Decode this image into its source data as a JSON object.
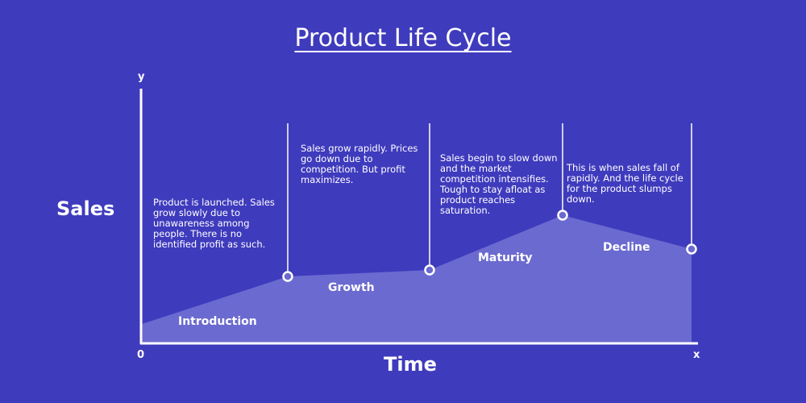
{
  "title": "Product Life Cycle",
  "axes": {
    "x_letter": "x",
    "y_letter": "y",
    "origin": "0",
    "x_title": "Time",
    "y_title": "Sales"
  },
  "stages": [
    {
      "name": "Introduction",
      "description": "Product is launched. Sales grow slowly due to unawareness among people. There is no identified profit as such."
    },
    {
      "name": "Growth",
      "description": "Sales grow rapidly. Prices go down due to competition. But profit maximizes."
    },
    {
      "name": "Maturity",
      "description": "Sales begin to slow down and the market competition intensifies. Tough to stay afloat as product reaches saturation."
    },
    {
      "name": "Decline",
      "description": "This is when sales fall of rapidly. And the life cycle for the product slumps down."
    }
  ],
  "colors": {
    "background": "#3f3bbd",
    "area_fill": "#6b6ad0",
    "line": "#ffffff"
  }
}
